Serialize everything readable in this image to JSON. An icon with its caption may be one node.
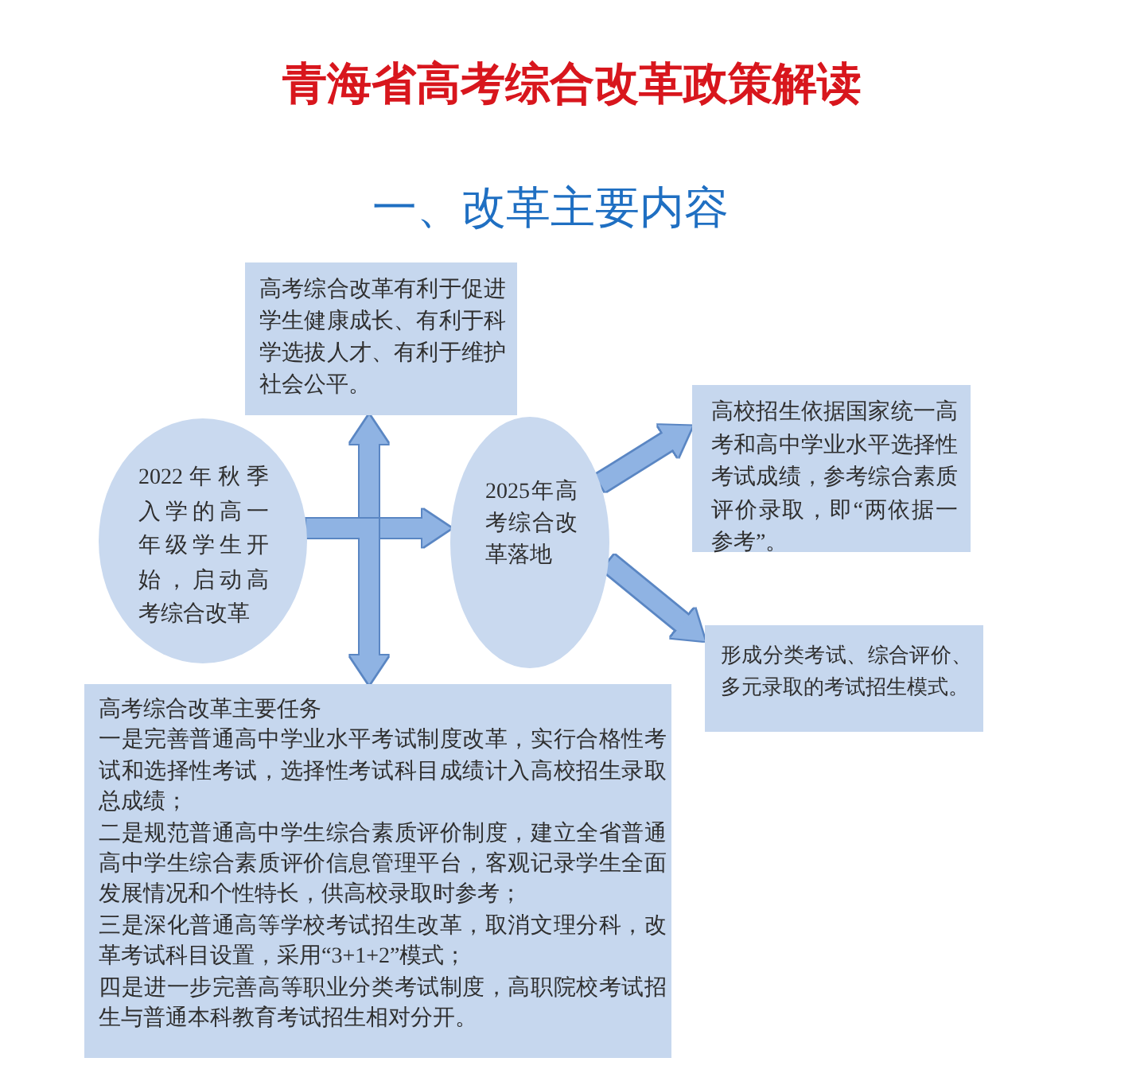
{
  "diagram": {
    "title": "青海省高考综合改革政策解读",
    "nodes": [
      {
        "text": [
          "高考综合改革有利于促进学生健康成长、有利于科学选拔人才、有利于维护社会公平。"
        ]
      },
      {
        "text": [
          "2022年秋季入学的高一年级学生开始，启动高考综合改革"
        ]
      },
      {
        "text": [
          "2025年高考综合改革落地"
        ]
      },
      {
        "text": [
          "高校招生依据国家统一高考和高中学业水平选择性考试成绩，参考综合素质评价录取，即“两依据一参考”。"
        ]
      },
      {
        "text": [
          "形成分类考试、综合评价、多元录取的考试招生模式。"
        ]
      },
      {
        "text": [
          "高考综合改革主要任务",
          "一是完善普通高中学业水平考试制度改革，实行合格性考试和选择性考试，选择性考试科目成绩计入高校招生录取总成绩；",
          "二是规范普通高中学生综合素质评价制度，建立全省普通高中学生综合素质评价信息管理平台，客观记录学生全面发展情况和个性特长，供高校录取时参考；",
          "三是深化普通高等学校考试招生改革，取消文理分科，改革考试科目设置，采用“3+1+2”模式；",
          "四是进一步完善高等职业分类考试制度，高职院校考试招生与普通本科教育考试招生相对分开。"
        ]
      }
    ],
    "edges": [
      {
        "from": 1,
        "to": 0,
        "arrow": "to"
      },
      {
        "from": 1,
        "to": 2,
        "arrow": "to"
      },
      {
        "from": 1,
        "to": 5,
        "arrow": "to"
      },
      {
        "from": 2,
        "to": 3,
        "arrow": "to"
      },
      {
        "from": 2,
        "to": 4,
        "arrow": "to"
      }
    ],
    "labels": [
      "一、改革主要内容"
    ]
  }
}
